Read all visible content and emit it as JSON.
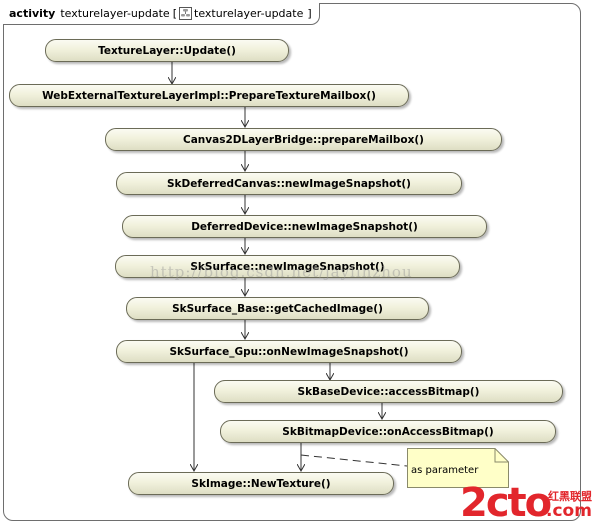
{
  "frame": {
    "keyword": "activity",
    "name": "texturelayer-update",
    "open_bracket": "[",
    "ref_name": "texturelayer-update",
    "close_bracket": "]"
  },
  "nodes": [
    {
      "id": "n1",
      "label": "TextureLayer::Update()"
    },
    {
      "id": "n2",
      "label": "WebExternalTextureLayerImpl::PrepareTextureMailbox()"
    },
    {
      "id": "n3",
      "label": "Canvas2DLayerBridge::prepareMailbox()"
    },
    {
      "id": "n4",
      "label": "SkDeferredCanvas::newImageSnapshot()"
    },
    {
      "id": "n5",
      "label": "DeferredDevice::newImageSnapshot()"
    },
    {
      "id": "n6",
      "label": "SkSurface::newImageSnapshot()"
    },
    {
      "id": "n7",
      "label": "SkSurface_Base::getCachedImage()"
    },
    {
      "id": "n8",
      "label": "SkSurface_Gpu::onNewImageSnapshot()"
    },
    {
      "id": "n9",
      "label": "SkBaseDevice::accessBitmap()"
    },
    {
      "id": "n10",
      "label": "SkBitmapDevice::onAccessBitmap()"
    },
    {
      "id": "n11",
      "label": "SkImage::NewTexture()"
    }
  ],
  "note": {
    "text": "as parameter"
  },
  "watermark": {
    "text": "http://blog.csdn.net/jaylinzhou"
  },
  "logo": {
    "num": "2cto",
    "cn": "红黑联盟",
    "com": ".com"
  },
  "colors": {
    "node_fill": "#f1f1dc",
    "node_border": "#6b6b57",
    "note_fill": "#ffffc8",
    "logo": "#e2262c"
  }
}
